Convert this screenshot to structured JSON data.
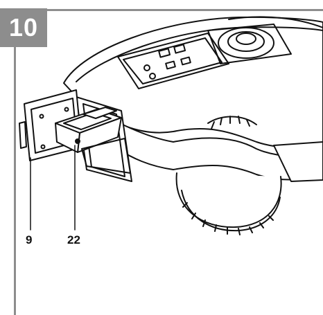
{
  "figure": {
    "number": "10",
    "callouts": [
      {
        "id": "door",
        "label": "9"
      },
      {
        "id": "battery",
        "label": "22"
      }
    ]
  },
  "colors": {
    "frame": "#8d8d8d",
    "badge_text": "#ffffff",
    "line": "#111111",
    "fill": "#ffffff"
  },
  "icons": {
    "illustration": "robotic-lawn-mower-battery-compartment"
  }
}
